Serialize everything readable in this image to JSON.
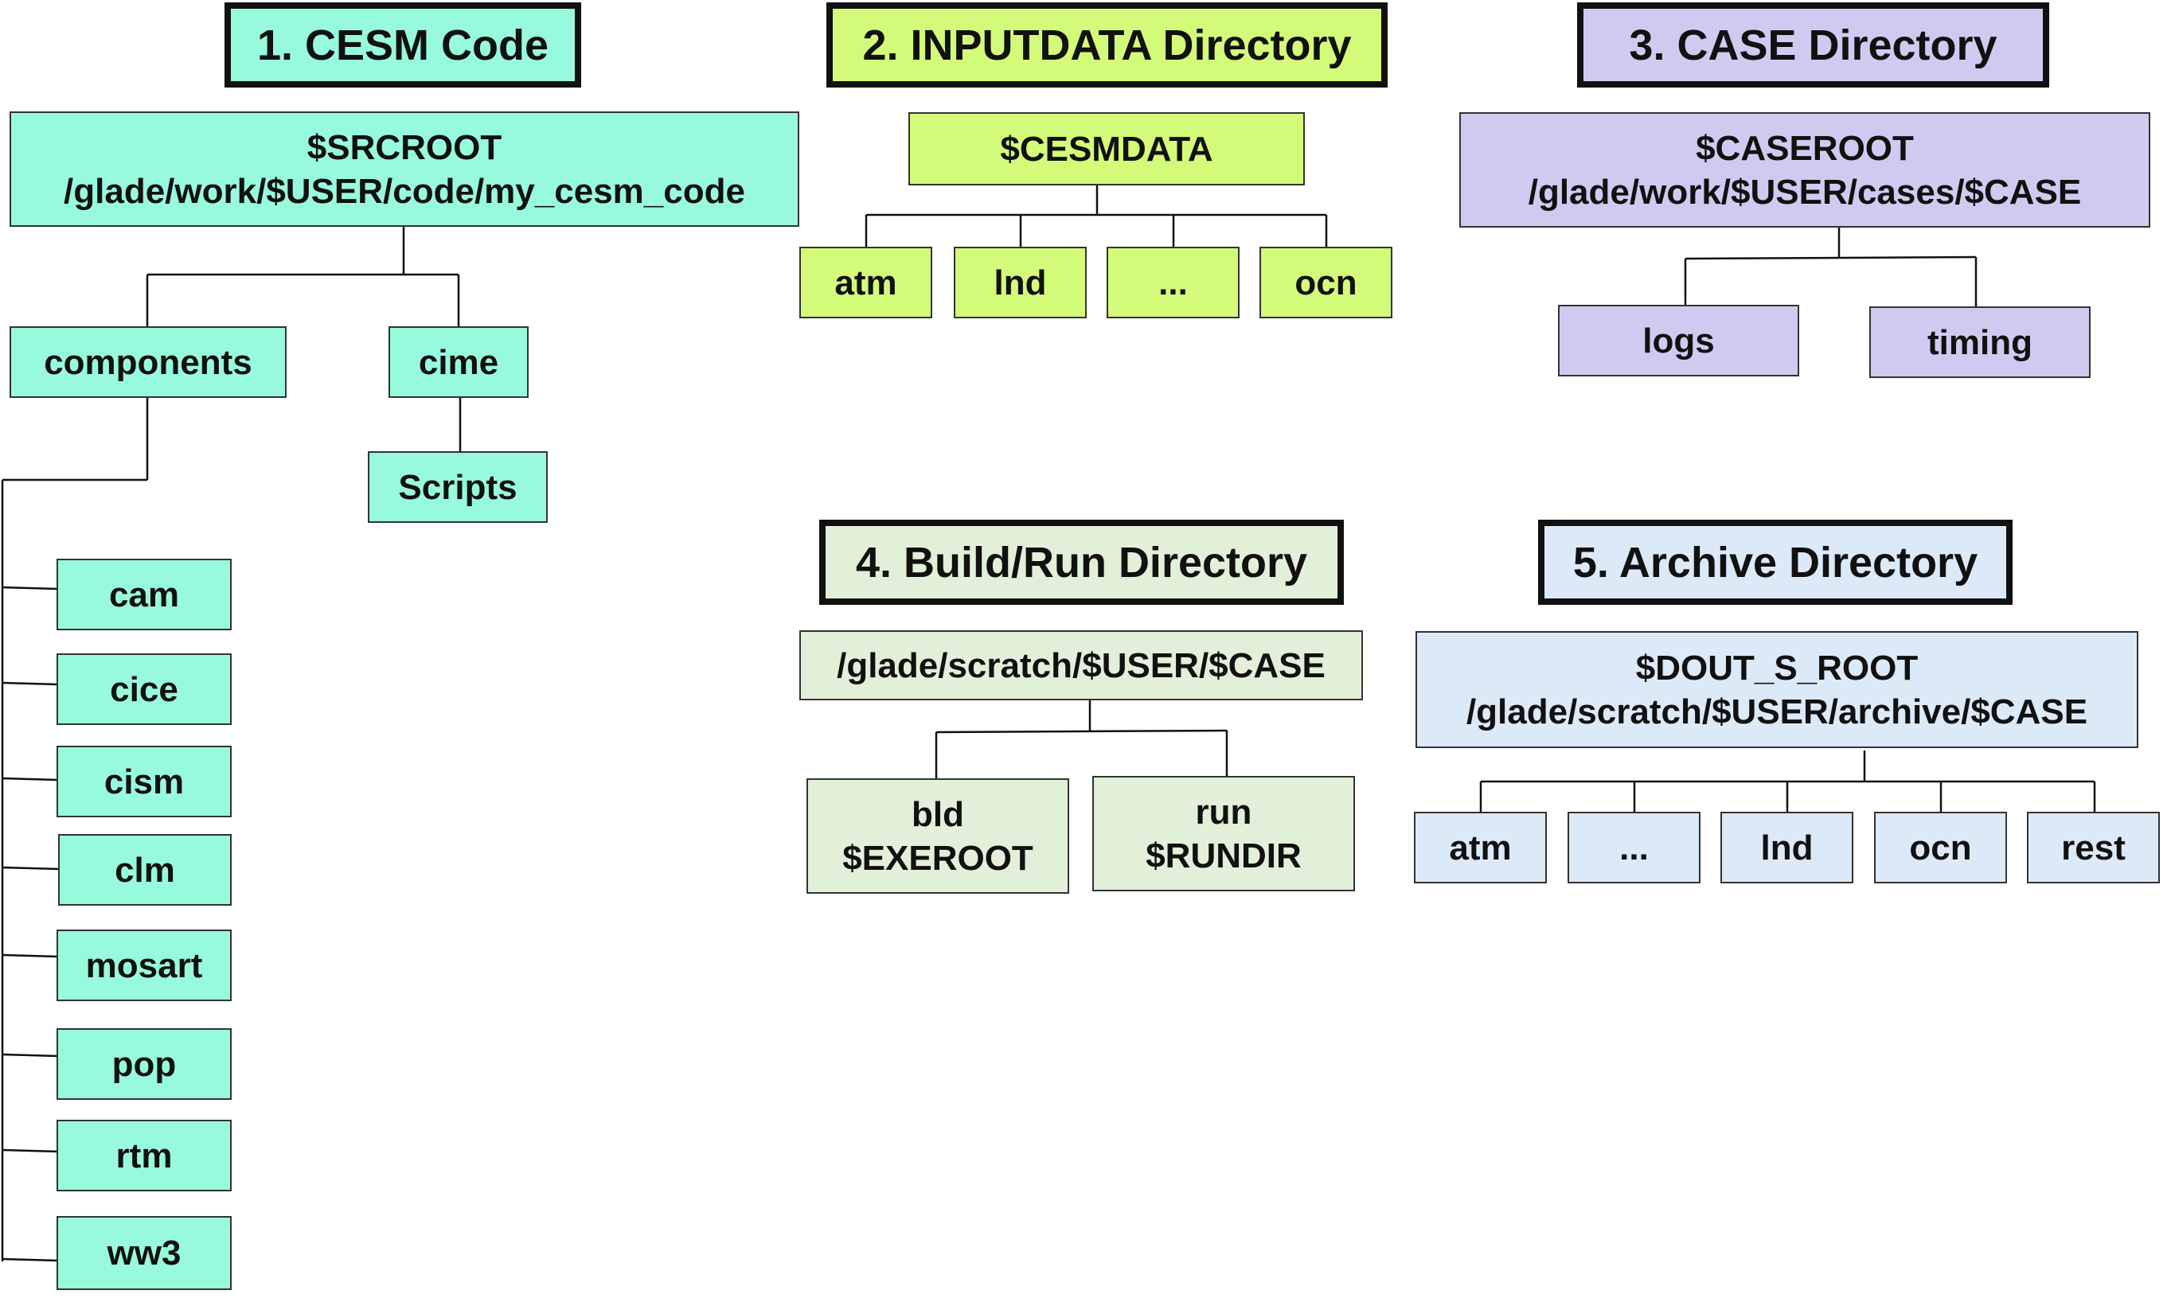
{
  "colors": {
    "cesm_code": "#98fadc",
    "inputdata": "#d4fa7a",
    "case_dir": "#cfcbf0",
    "build_run": "#e2f0d9",
    "archive": "#dce9f7"
  },
  "cesm_code": {
    "header": "1. CESM Code",
    "root": {
      "line1": "$SRCROOT",
      "line2": "/glade/work/$USER/code/my_cesm_code"
    },
    "components": "components",
    "cime": "cime",
    "scripts": "Scripts",
    "component_list": [
      "cam",
      "cice",
      "cism",
      "clm",
      "mosart",
      "pop",
      "rtm",
      "ww3"
    ]
  },
  "inputdata": {
    "header": "2. INPUTDATA Directory",
    "root": "$CESMDATA",
    "children": [
      "atm",
      "lnd",
      "...",
      "ocn"
    ]
  },
  "case_dir": {
    "header": "3. CASE Directory",
    "root": {
      "line1": "$CASEROOT",
      "line2": "/glade/work/$USER/cases/$CASE"
    },
    "children": [
      "logs",
      "timing"
    ]
  },
  "build_run": {
    "header": "4. Build/Run Directory",
    "root": "/glade/scratch/$USER/$CASE",
    "bld": {
      "line1": "bld",
      "line2": "$EXEROOT"
    },
    "run": {
      "line1": "run",
      "line2": "$RUNDIR"
    }
  },
  "archive": {
    "header": "5. Archive Directory",
    "root": {
      "line1": "$DOUT_S_ROOT",
      "line2": "/glade/scratch/$USER/archive/$CASE"
    },
    "children": [
      "atm",
      "...",
      "lnd",
      "ocn",
      "rest"
    ]
  }
}
